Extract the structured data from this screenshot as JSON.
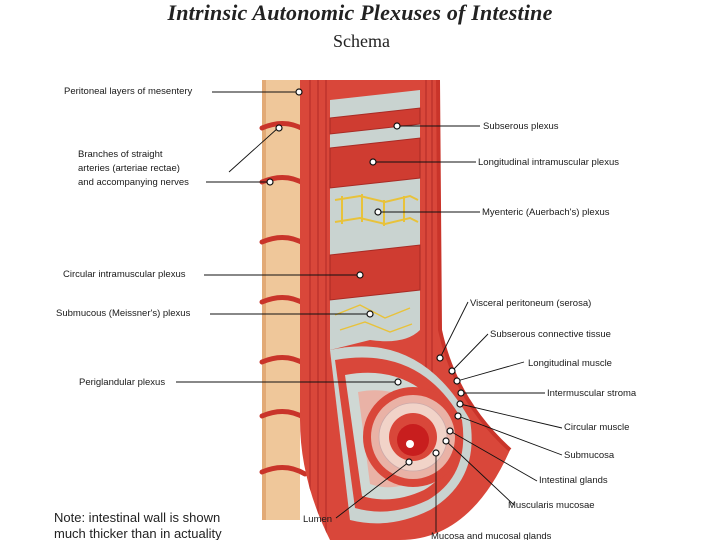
{
  "title": "Intrinsic Autonomic Plexuses of Intestine",
  "subtitle": "Schema",
  "labels": {
    "peritoneal": "Peritoneal layers of mesentery",
    "branches_line1": "Branches of straight",
    "branches_line2": "arteries (arteriae rectae)",
    "branches_line3": "and accompanying nerves",
    "circular_intramuscular": "Circular intramuscular plexus",
    "submucous": "Submucous (Meissner's) plexus",
    "periglandular": "Periglandular plexus",
    "subserous_plexus": "Subserous plexus",
    "longitudinal_intramuscular": "Longitudinal intramuscular plexus",
    "myenteric": "Myenteric (Auerbach's) plexus",
    "visceral_peritoneum": "Visceral peritoneum (serosa)",
    "subserous_connective": "Subserous connective tissue",
    "longitudinal_muscle": "Longitudinal muscle",
    "intermuscular_stroma": "Intermuscular stroma",
    "circular_muscle": "Circular muscle",
    "submucosa": "Submucosa",
    "intestinal_glands": "Intestinal glands",
    "muscularis_mucosae": "Muscularis mucosae",
    "lumen": "Lumen",
    "mucosa": "Mucosa and mucosal glands"
  },
  "note_line1": "Note: intestinal wall is shown",
  "note_line2": "much thicker than in actuality",
  "colors": {
    "muscle": "#d9473a",
    "muscle_dark": "#b8302a",
    "mesentery": "#efc79a",
    "plexus": "#e8c23a",
    "tissue": "#c9d3d0",
    "mucosa": "#e9b2a6"
  }
}
